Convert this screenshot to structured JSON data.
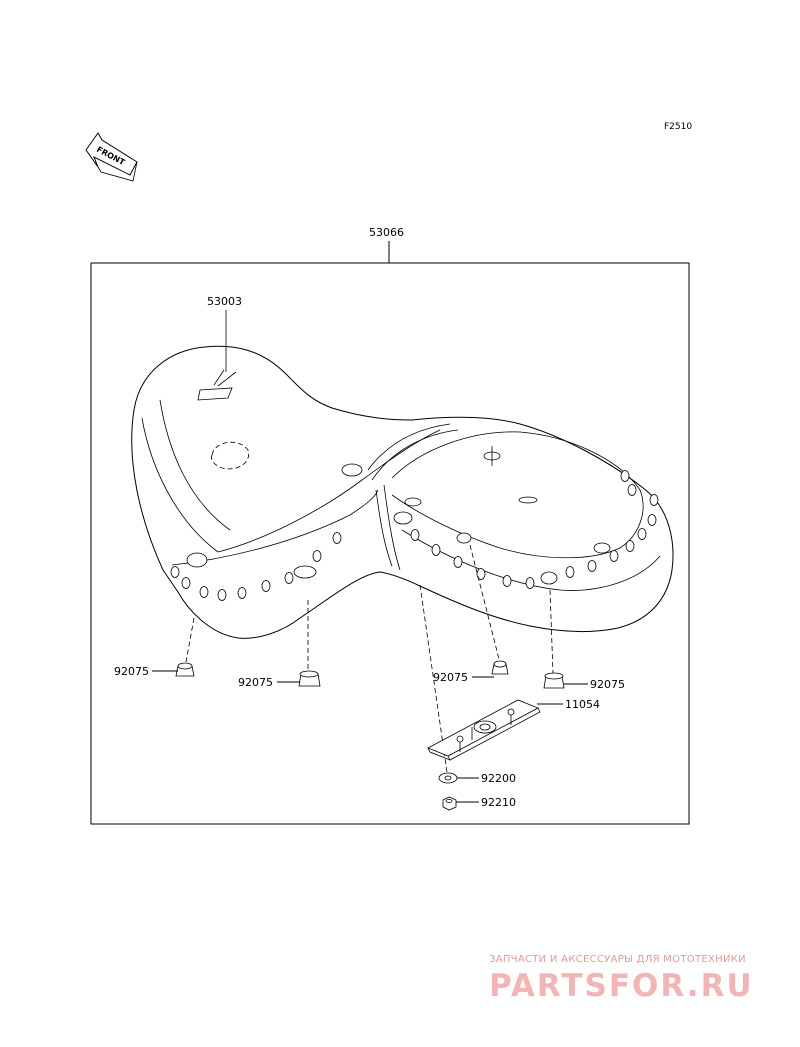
{
  "diagram_code": "F2510",
  "front_arrow": {
    "label": "FRONT",
    "icon": "front-arrow-icon"
  },
  "assembly_label": "53066",
  "parts": {
    "seat_cover": "53003",
    "damper_rear_left": "92075",
    "damper_front": "92075",
    "damper_mid": "92075",
    "damper_rear_right": "92075",
    "bracket": "11054",
    "washer": "92200",
    "nut": "92210"
  },
  "watermark": {
    "tagline": "ЗАПЧАСТИ И АКСЕССУАРЫ ДЛЯ МОТОТЕХНИКИ",
    "brand": "PARTSFOR.RU",
    "color": "#f2b5b5"
  }
}
